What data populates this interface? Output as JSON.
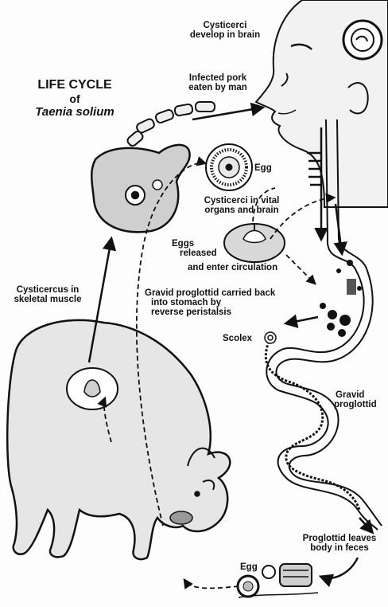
{
  "title": {
    "line1": "LIFE CYCLE",
    "line2": "of",
    "line3": "Taenia solium"
  },
  "labels": {
    "cysticerci_brain": [
      "Cysticerci",
      "develop in brain"
    ],
    "infected_pork": [
      "Infected pork",
      "eaten by man"
    ],
    "egg_top": "Egg",
    "cysticerci_vital": [
      "Cysticerci in vital",
      "organs and brain"
    ],
    "eggs_released": [
      "Eggs",
      "released",
      "and enter circulation"
    ],
    "gravid_carried": [
      "Gravid proglottid carried back",
      "into stomach by",
      "reverse peristalsis"
    ],
    "cysticercus_muscle": [
      "Cysticercus in",
      "skeletal muscle"
    ],
    "scolex": "Scolex",
    "gravid_proglottid": [
      "Gravid",
      "proglottid"
    ],
    "proglottid_leaves": [
      "Proglottid leaves",
      "body in feces"
    ],
    "egg_bottom": "Egg"
  },
  "colors": {
    "ink": "#111111",
    "paper": "#fdfdfd"
  }
}
